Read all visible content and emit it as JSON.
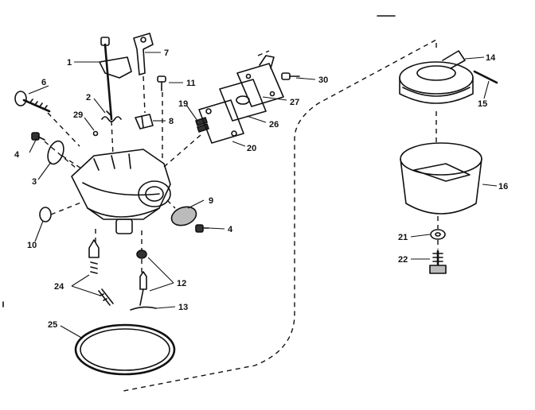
{
  "callouts": [
    {
      "id": "1",
      "label": "1"
    },
    {
      "id": "2",
      "label": "2"
    },
    {
      "id": "3",
      "label": "3"
    },
    {
      "id": "4a",
      "label": "4"
    },
    {
      "id": "4b",
      "label": "4"
    },
    {
      "id": "6",
      "label": "6"
    },
    {
      "id": "7",
      "label": "7"
    },
    {
      "id": "8",
      "label": "8"
    },
    {
      "id": "9",
      "label": "9"
    },
    {
      "id": "10",
      "label": "10"
    },
    {
      "id": "11",
      "label": "11"
    },
    {
      "id": "12",
      "label": "12"
    },
    {
      "id": "13",
      "label": "13"
    },
    {
      "id": "14",
      "label": "14"
    },
    {
      "id": "15",
      "label": "15"
    },
    {
      "id": "16",
      "label": "16"
    },
    {
      "id": "19",
      "label": "19"
    },
    {
      "id": "20",
      "label": "20"
    },
    {
      "id": "21",
      "label": "21"
    },
    {
      "id": "22",
      "label": "22"
    },
    {
      "id": "24",
      "label": "24"
    },
    {
      "id": "25",
      "label": "25"
    },
    {
      "id": "26",
      "label": "26"
    },
    {
      "id": "27",
      "label": "27"
    },
    {
      "id": "29",
      "label": "29"
    },
    {
      "id": "30",
      "label": "30"
    }
  ]
}
